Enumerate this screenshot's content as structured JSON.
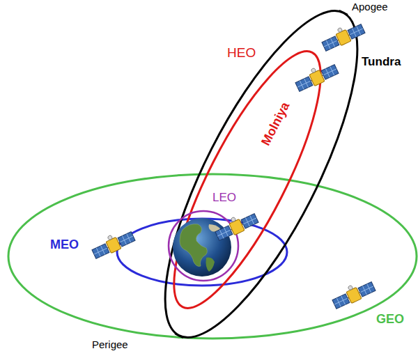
{
  "diagram": {
    "labels": [
      "Apogee",
      "Tundra",
      "HEO",
      "Molniya",
      "LEO",
      "MEO",
      "GEO",
      "Perigee"
    ]
  }
}
